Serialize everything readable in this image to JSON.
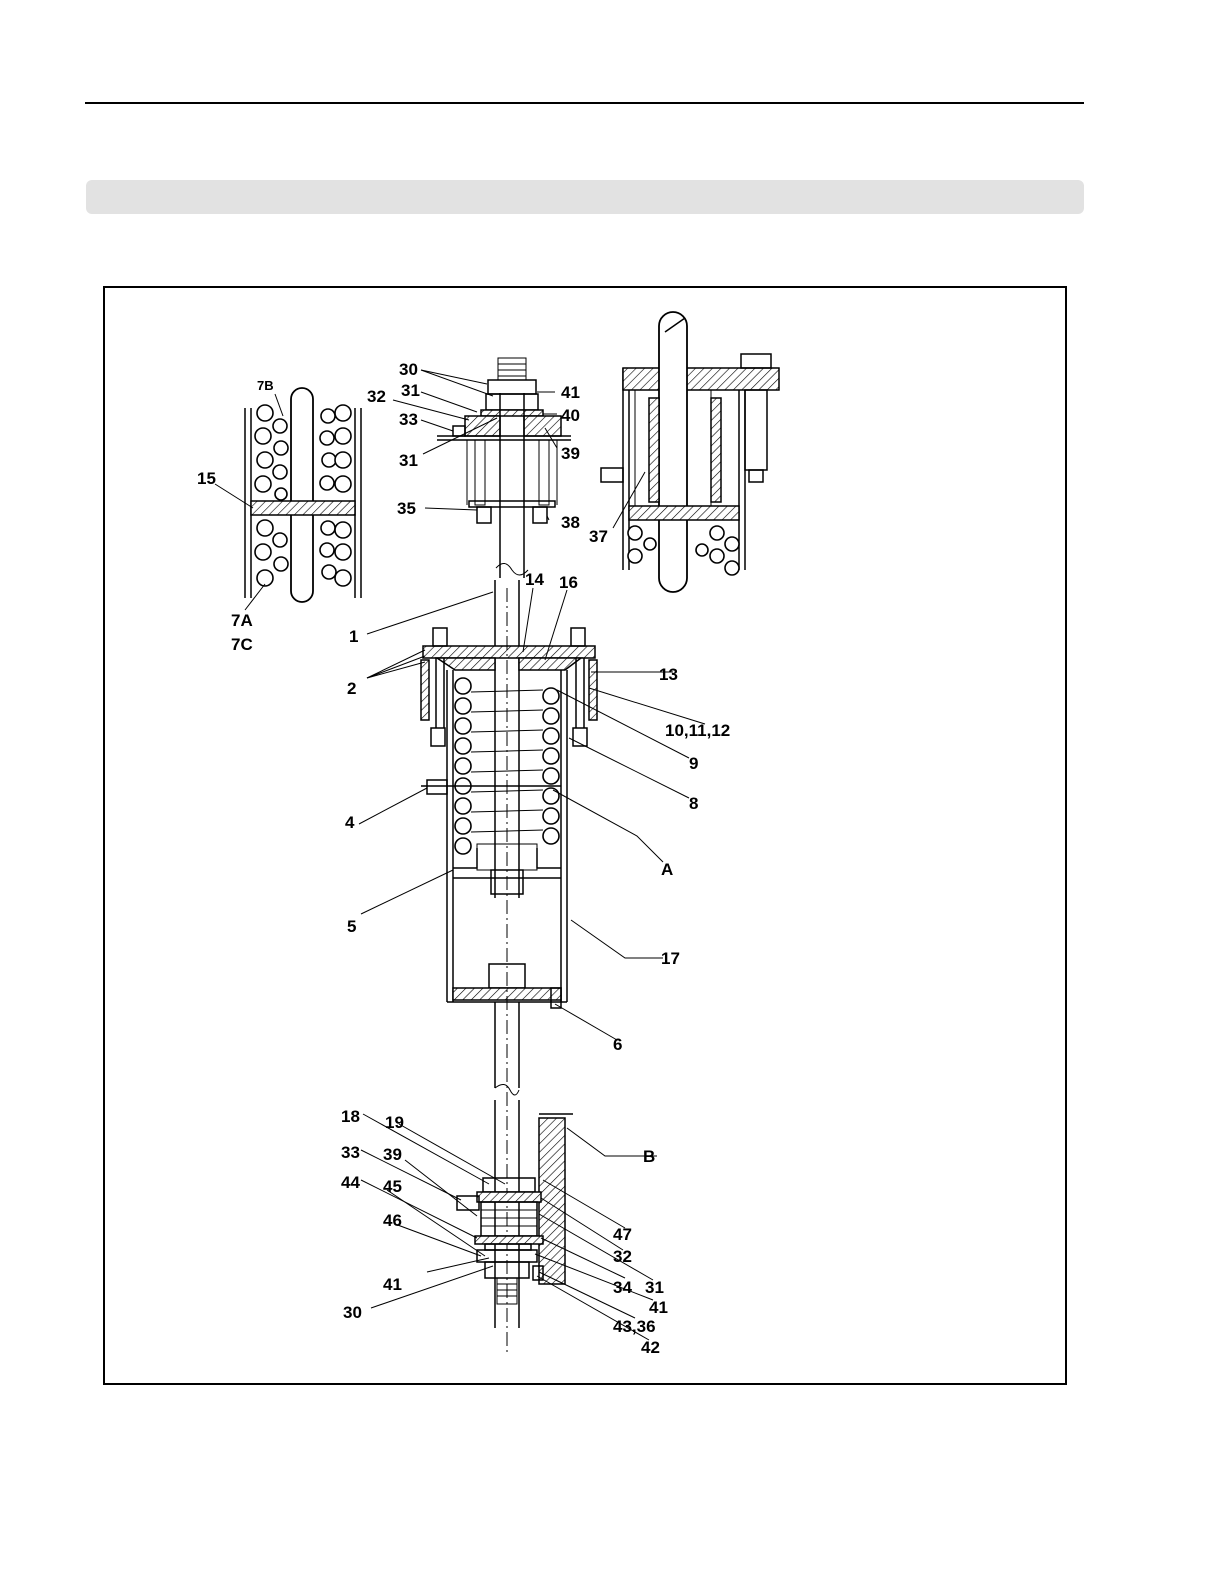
{
  "figure": {
    "callouts": {
      "c7b": "7B",
      "c15": "15",
      "c7a": "7A",
      "c7c": "7C",
      "c30_top": "30",
      "c31_top_a": "31",
      "c32_top": "32",
      "c33_top": "33",
      "c31_top_b": "31",
      "c41_top": "41",
      "c40": "40",
      "c39_top": "39",
      "c35": "35",
      "c38": "38",
      "c37": "37",
      "c1": "1",
      "c14": "14",
      "c16": "16",
      "c2": "2",
      "c13": "13",
      "c10_11_12": "10,11,12",
      "c9": "9",
      "c8": "8",
      "c4": "4",
      "cA": "A",
      "c5": "5",
      "c17": "17",
      "c6": "6",
      "c18": "18",
      "c19": "19",
      "c33_bot": "33",
      "c39_bot": "39",
      "c44": "44",
      "c45": "45",
      "c46": "46",
      "c41_bot_a": "41",
      "c30_bot": "30",
      "cB": "B",
      "c47": "47",
      "c32_bot": "32",
      "c34": "34",
      "c31_bot": "31",
      "c41_bot_b": "41",
      "c43_36": "43,36",
      "c42": "42"
    }
  }
}
